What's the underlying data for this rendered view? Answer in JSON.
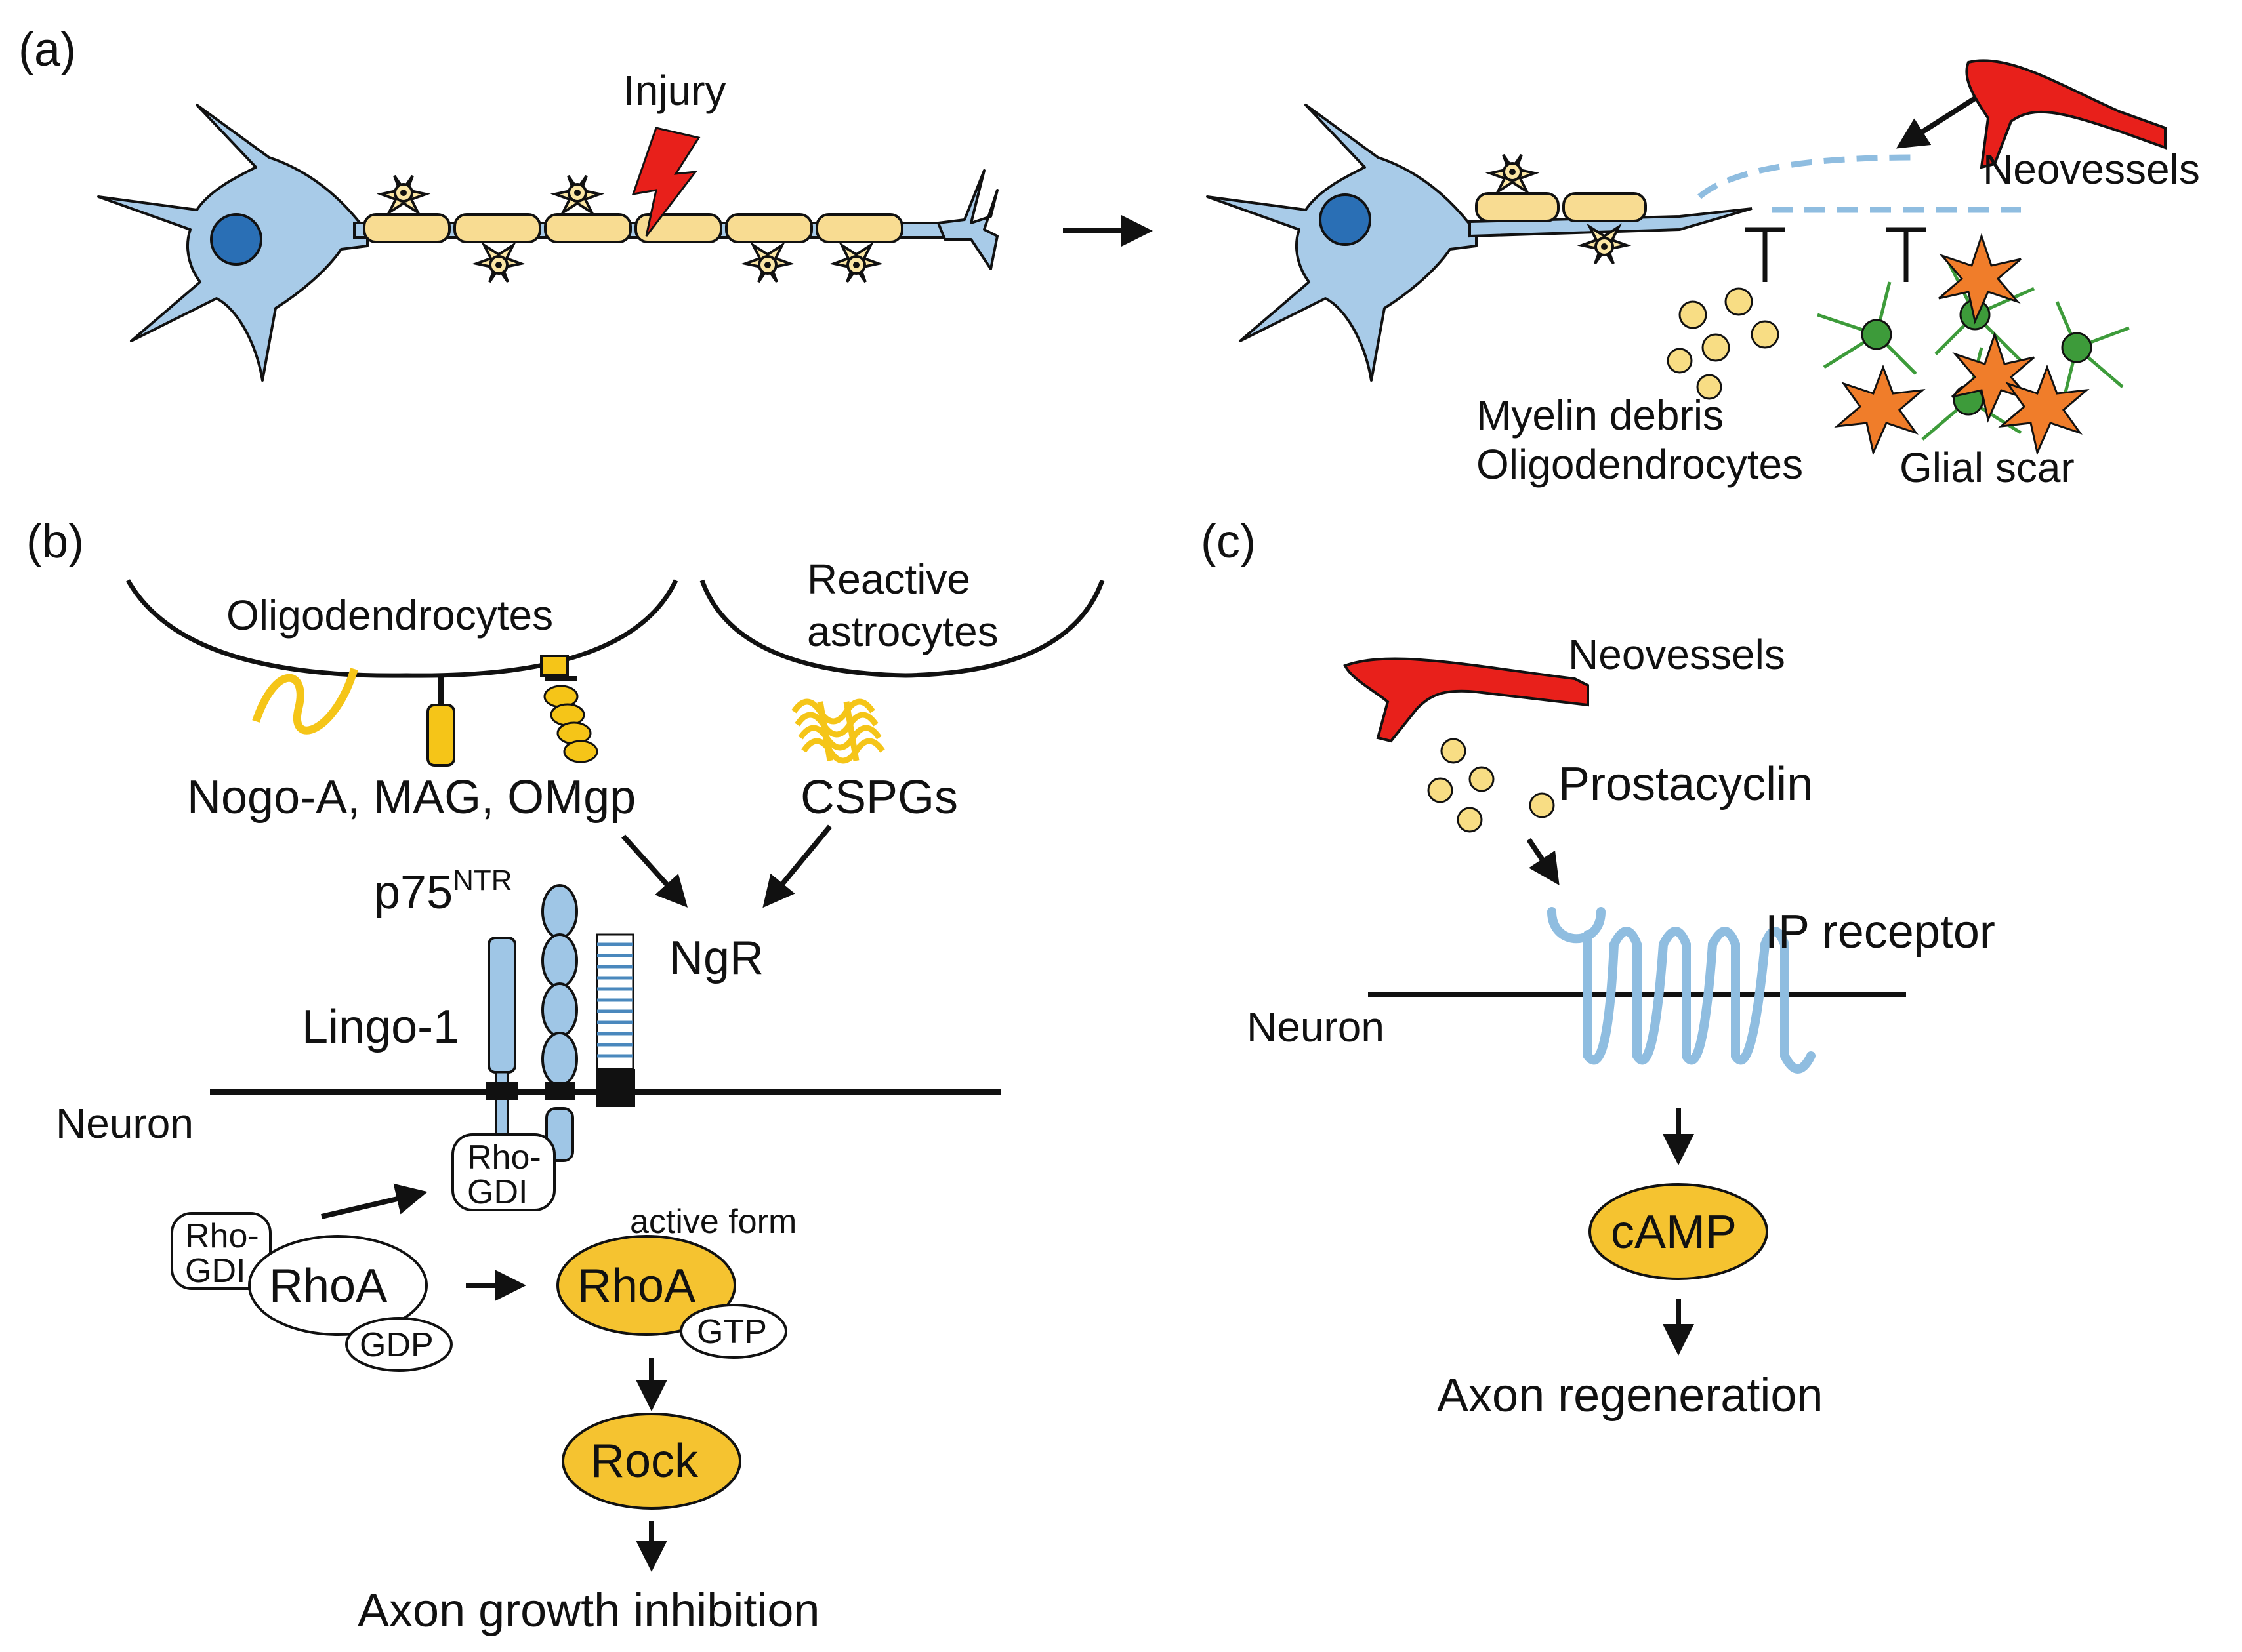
{
  "panels": {
    "a": "(a)",
    "b": "(b)",
    "c": "(c)"
  },
  "panel_a": {
    "injury": "Injury",
    "neovessels": "Neovessels",
    "myelin_debris": "Myelin debris",
    "oligodendrocytes": "Oligodendrocytes",
    "glial_scar": "Glial scar"
  },
  "panel_b": {
    "oligodendrocytes": "Oligodendrocytes",
    "reactive": "Reactive",
    "astrocytes": "astrocytes",
    "inhibitors": "Nogo-A, MAG, OMgp",
    "cspgs": "CSPGs",
    "p75": "p75",
    "ntr": "NTR",
    "ngr": "NgR",
    "lingo": "Lingo-1",
    "neuron": "Neuron",
    "rhogdi_top_1": "Rho-",
    "rhogdi_top_2": "GDI",
    "rhogdi_left_1": "Rho-",
    "rhogdi_left_2": "GDI",
    "rhoa": "RhoA",
    "gdp": "GDP",
    "active_form": "active form",
    "rhoa_active": "RhoA",
    "gtp": "GTP",
    "rock": "Rock",
    "outcome": "Axon growth inhibition"
  },
  "panel_c": {
    "neovessels": "Neovessels",
    "prostacyclin": "Prostacyclin",
    "ip_receptor": "IP receptor",
    "neuron": "Neuron",
    "camp": "cAMP",
    "outcome": "Axon regeneration"
  },
  "colors": {
    "neuron": "#a8cbe8",
    "nucleus": "#2a6fb5",
    "myelin": "#f8dc92",
    "vessel": "#e8201b",
    "injury": "#e8201b",
    "astrocyte": "#f07d2a",
    "microglia": "#3d9b3a",
    "ligand": "#f5c518",
    "active_protein": "#f5c330"
  }
}
